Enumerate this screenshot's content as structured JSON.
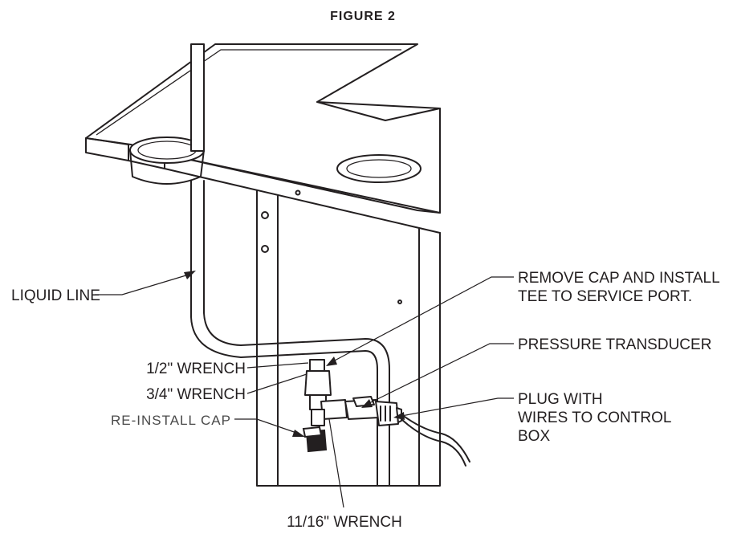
{
  "figure": {
    "title": "FIGURE 2"
  },
  "callouts": {
    "liquid_line": "LIQUID LINE",
    "remove_cap_line1": "REMOVE CAP AND INSTALL",
    "remove_cap_line2": "TEE TO SERVICE PORT.",
    "pressure_transducer": "PRESSURE TRANSDUCER",
    "plug_line1": "PLUG WITH",
    "plug_line2": "WIRES TO CONTROL",
    "plug_line3": "BOX",
    "half_inch_wrench": "1/2\" WRENCH",
    "three_quarter_wrench": "3/4\" WRENCH",
    "reinstall_cap": "RE-INSTALL CAP",
    "eleven_sixteenths_wrench": "11/16\" WRENCH"
  },
  "colors": {
    "line": "#231f20",
    "background": "#ffffff",
    "secondary_text": "#4a4a4a"
  }
}
